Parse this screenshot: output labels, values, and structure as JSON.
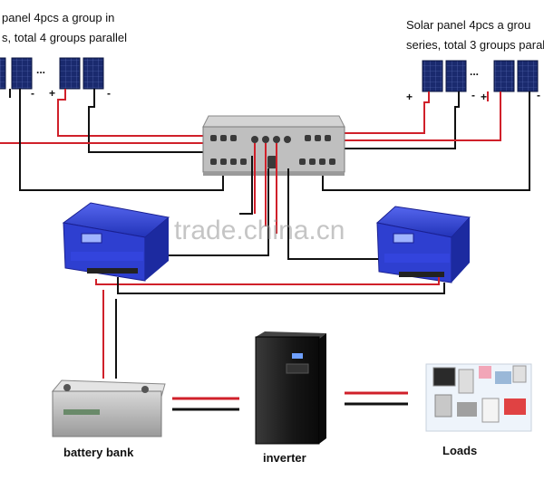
{
  "captions": {
    "left_line1": "panel 4pcs  a  group  in",
    "left_line2": "s, total 4 groups parallel",
    "right_line1": "Solar  panel  4pcs  a  grou",
    "right_line2": "series, total 3 groups paral"
  },
  "signs": {
    "plus": "+",
    "minus": "-",
    "ellipsis": "..."
  },
  "labels": {
    "battery": "battery bank",
    "inverter": "inverter",
    "loads": "Loads"
  },
  "watermark": "trade.china.cn",
  "colors": {
    "wire_red": "#d0202a",
    "wire_black": "#111111",
    "panel_blue": "#1a2a6e",
    "controller_blue": "#2e3fd0",
    "inverter_black": "#1c1c1c",
    "combiner_gray": "#bfbfbf"
  }
}
